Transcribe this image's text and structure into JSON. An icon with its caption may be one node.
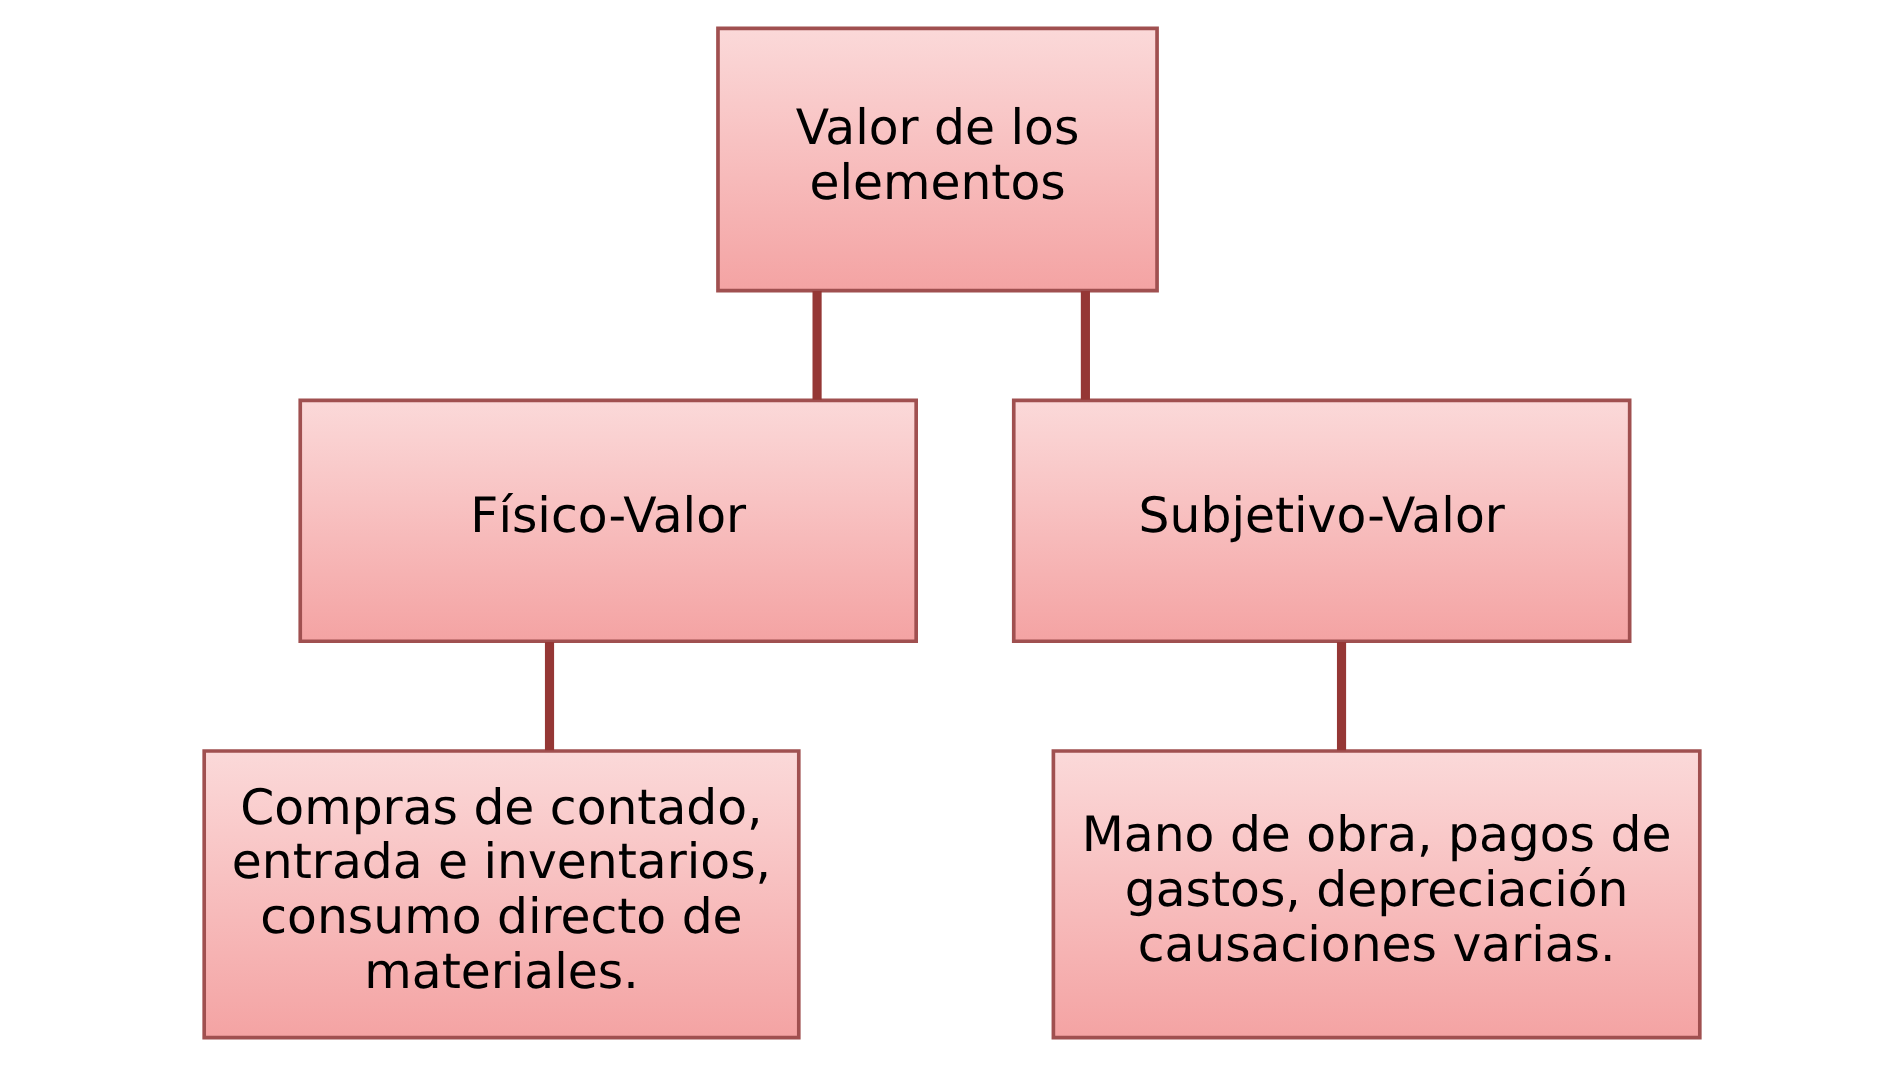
{
  "diagram": {
    "nodes": [
      {
        "text": [
          "Valor de los elementos"
        ]
      },
      {
        "text": [
          "Físico-Valor"
        ]
      },
      {
        "text": [
          "Subjetivo-Valor"
        ]
      },
      {
        "text": [
          "Compras de contado, entrada e inventarios, consumo directo de materiales."
        ]
      },
      {
        "text": [
          "Mano de obra, pagos de gastos, depreciación causaciones varias."
        ]
      }
    ],
    "edges": [
      {
        "from": 0,
        "to": 1,
        "arrow": "none"
      },
      {
        "from": 0,
        "to": 2,
        "arrow": "none"
      },
      {
        "from": 1,
        "to": 3,
        "arrow": "none"
      },
      {
        "from": 2,
        "to": 4,
        "arrow": "none"
      }
    ]
  }
}
